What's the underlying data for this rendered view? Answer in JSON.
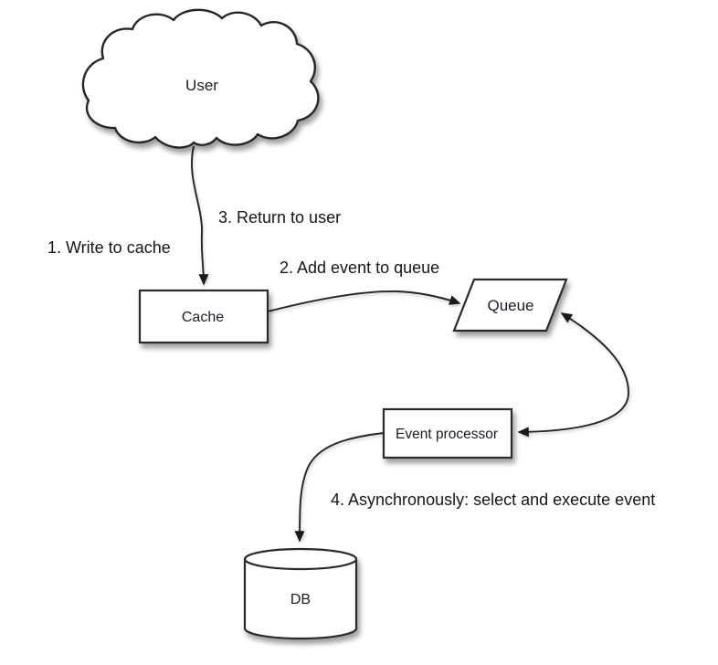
{
  "diagram": {
    "background_color": "#ffffff",
    "ink_color": "#242424",
    "shape_fill_color": "#ffffff",
    "nodes": {
      "user": {
        "label": "User",
        "shape": "cloud"
      },
      "cache": {
        "label": "Cache",
        "shape": "rectangle"
      },
      "queue": {
        "label": "Queue",
        "shape": "parallelogram"
      },
      "event_processor": {
        "label": "Event processor",
        "shape": "rectangle"
      },
      "db": {
        "label": "DB",
        "shape": "cylinder"
      }
    },
    "edges": {
      "write_to_cache": {
        "label": "1. Write to cache",
        "from": "User",
        "to": "Cache"
      },
      "return_to_user": {
        "label": "3. Return to user",
        "from": "Cache",
        "to": "User"
      },
      "add_event_to_queue": {
        "label": "2. Add event to queue",
        "from": "Cache",
        "to": "Queue"
      },
      "queue_processor_channel": {
        "label": "",
        "from": "Queue",
        "to": "Event processor",
        "bidirectional": true
      },
      "async_select_execute": {
        "label": "4. Asynchronously: select and execute event",
        "from": "Event processor",
        "to": "DB"
      }
    }
  }
}
